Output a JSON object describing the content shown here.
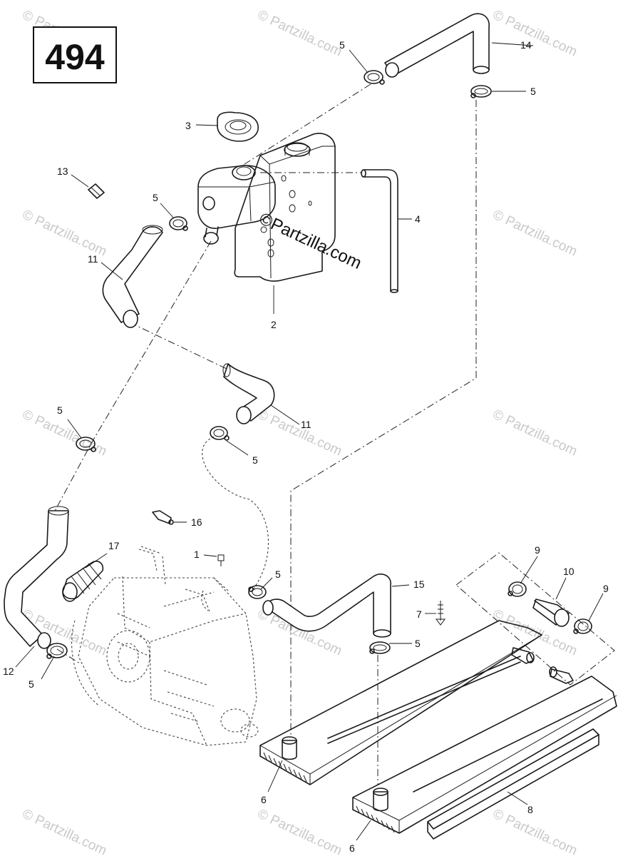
{
  "page_number": "494",
  "watermark": {
    "text": "© Partzilla.com",
    "center_text": "©Partzilla.com"
  },
  "callouts": {
    "c1": "1",
    "c2": "2",
    "c3": "3",
    "c4": "4",
    "c5a": "5",
    "c5b": "5",
    "c5c": "5",
    "c5d": "5",
    "c5e": "5",
    "c5f": "5",
    "c5g": "5",
    "c5h": "5",
    "c6a": "6",
    "c6b": "6",
    "c7": "7",
    "c8": "8",
    "c9a": "9",
    "c9b": "9",
    "c10": "10",
    "c11a": "11",
    "c11b": "11",
    "c12": "12",
    "c13": "13",
    "c14": "14",
    "c15": "15",
    "c16": "16",
    "c17": "17"
  }
}
